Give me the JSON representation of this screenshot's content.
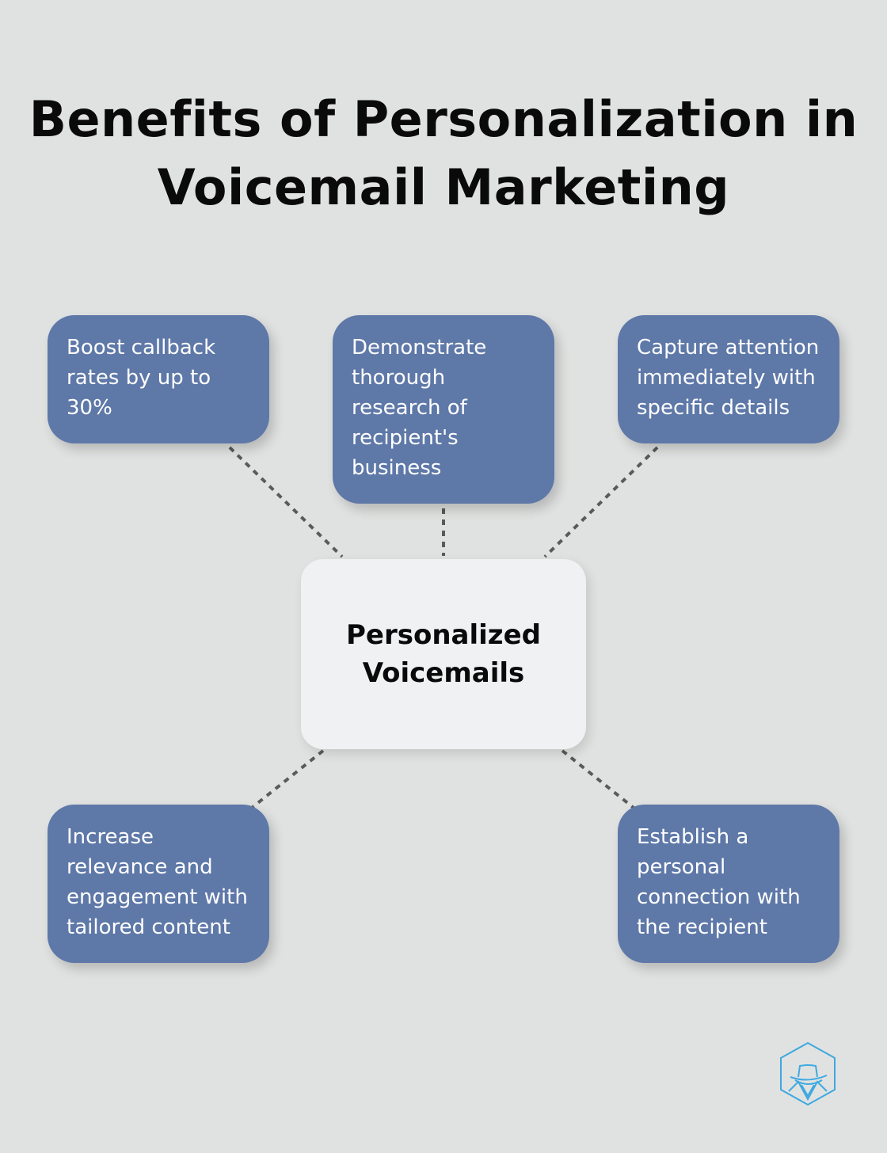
{
  "title": "Benefits of Personalization in Voicemail Marketing",
  "center": "Personalized Voicemails",
  "benefits": [
    "Boost callback rates by up to 30%",
    "Demonstrate thorough research of recipient's business",
    "Capture attention immediately with specific details",
    "Increase relevance and engagement with tailored content",
    "Establish a personal connection with the recipient"
  ],
  "colors": {
    "background": "#e0e2e1",
    "box": "#5e78a8",
    "center": "#f0f1f2",
    "logo": "#3fa9e0"
  }
}
